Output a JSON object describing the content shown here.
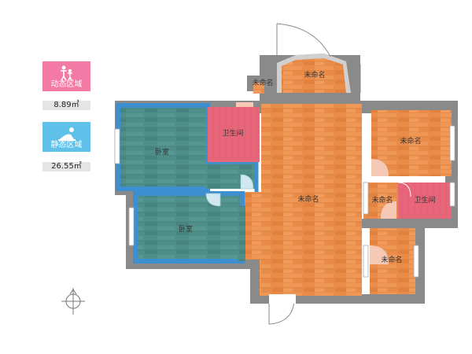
{
  "legend": {
    "dynamic": {
      "title": "动态区域",
      "value": "8.89㎡",
      "color": "#f47aa6",
      "icon": "people-icon"
    },
    "static": {
      "title": "静态区域",
      "value": "26.55㎡",
      "color": "#5fc0ea",
      "icon": "resting-person-icon"
    }
  },
  "rooms": {
    "bedroom_top": "卧室",
    "bedroom_bottom": "卧室",
    "bathroom_left": "卫生间",
    "bathroom_right": "卫生间",
    "unnamed_balcony_top": "未命名",
    "unnamed_small_top": "未命名",
    "unnamed_center": "未命名",
    "unnamed_right_top": "未命名",
    "unnamed_right_small": "未命名",
    "unnamed_right_bottom": "未命名"
  },
  "colors": {
    "wall": "#8a8a8a",
    "orange_floor": "#e98c4a",
    "teal_floor": "#4e8f8a",
    "blue_border": "#3d8fcf",
    "pink_floor": "#e8667a",
    "door": "#f6c9b6"
  },
  "compass_icon": "compass-icon"
}
